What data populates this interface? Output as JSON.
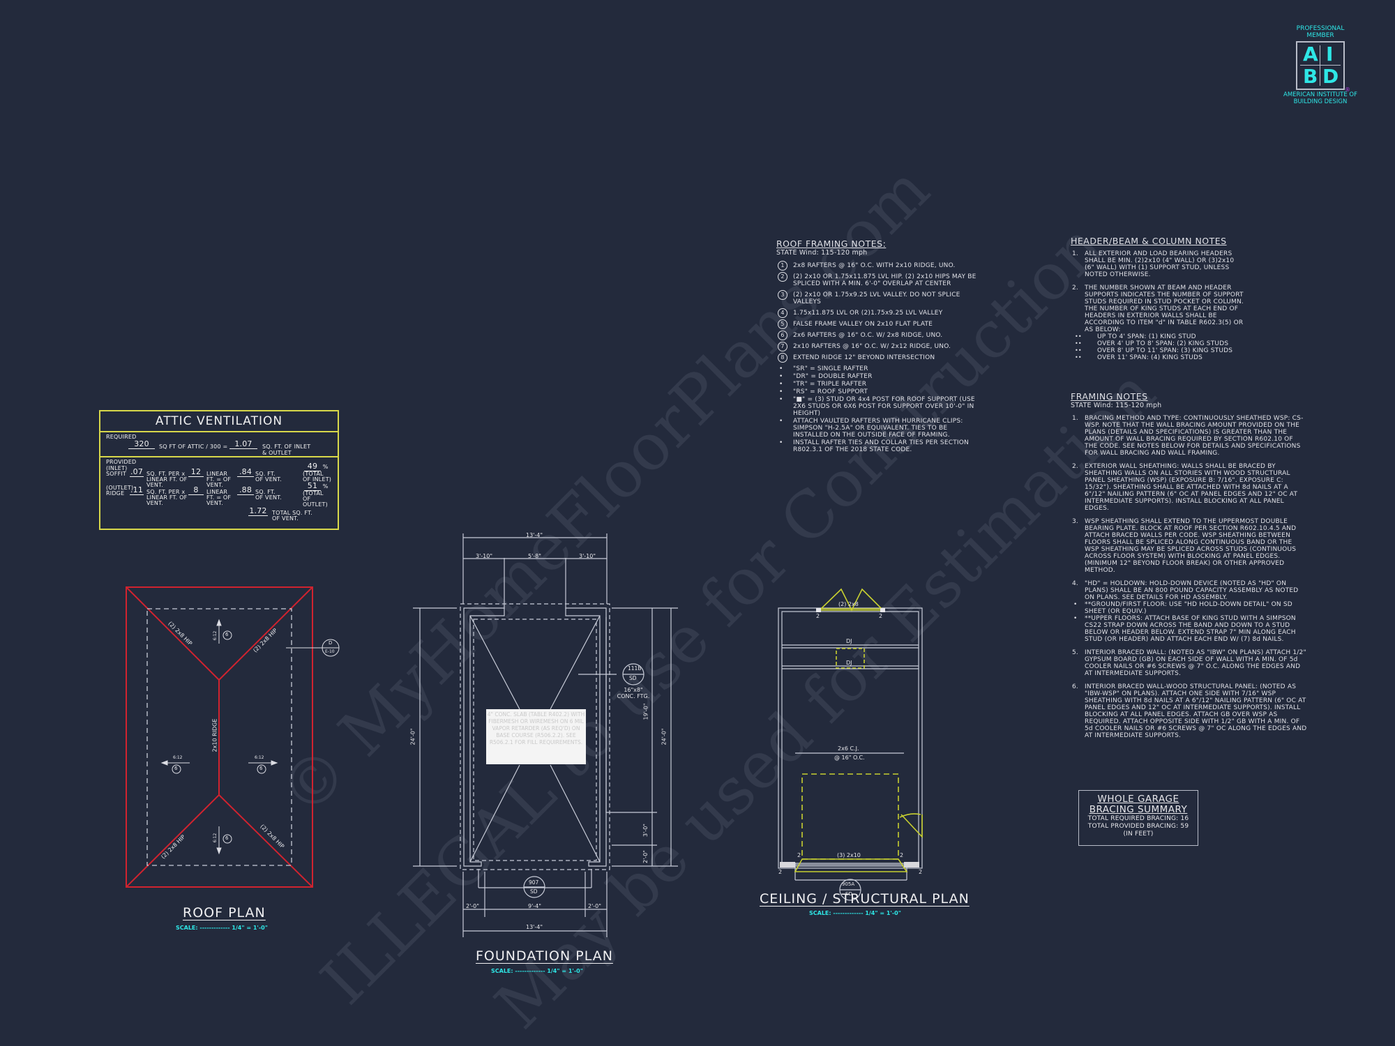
{
  "logo": {
    "top_text": "PROFESSIONAL MEMBER",
    "letters": [
      "A",
      "I",
      "B",
      "D"
    ],
    "bottom_text": "AMERICAN INSTITUTE OF BUILDING DESIGN",
    "registered": "®",
    "color": "#2ee6e6"
  },
  "watermark": {
    "line1": "© MyHomeFloorPlans.com",
    "line2": "ILLEGAL to use for Construction",
    "line3": "May be used for Estimation"
  },
  "attic_ventilation": {
    "title": "ATTIC VENTILATION",
    "required": {
      "label": "REQUIRED",
      "attic_sqft": "320",
      "formula_text": "SQ FT OF ATTIC / 300 =",
      "result": "1.07",
      "result_unit": "SQ. FT. OF INLET & OUTLET"
    },
    "provided": {
      "label": "PROVIDED",
      "inlet": {
        "label": "(INLET) SOFFIT",
        "sqft_per_lf": ".07",
        "per_text": "SQ. FT. PER x LINEAR FT. OF VENT.",
        "linear_ft": "12",
        "lf_text": "LINEAR FT. = OF VENT.",
        "sqft": ".84",
        "sqft_text": "SQ. FT. OF VENT.",
        "percent": "49",
        "percent_text": "(TOTAL OF INLET)"
      },
      "outlet": {
        "label": "(OUTLET) RIDGE",
        "sqft_per_lf": ".11",
        "per_text": "SQ. FT. PER x LINEAR FT. OF VENT.",
        "linear_ft": "8",
        "lf_text": "LINEAR FT. = OF VENT.",
        "sqft": ".88",
        "sqft_text": "SQ. FT. OF VENT.",
        "percent": "51",
        "percent_text": "(TOTAL OF OUTLET)"
      },
      "total": "1.72",
      "total_text": "TOTAL SQ. FT. OF VENT."
    }
  },
  "roof_plan": {
    "title": "ROOF PLAN",
    "scale": "SCALE: ------------- 1/4\" = 1'-0\"",
    "labels": {
      "hip": "(2) 2x8 HIP",
      "ridge": "2x10 RIDGE",
      "pitch": "6:12",
      "rafter_ref": "6",
      "section_ref_top": "D",
      "section_ref_bottom": "E-10"
    }
  },
  "foundation_plan": {
    "title": "FOUNDATION PLAN",
    "scale": "SCALE: ------------- 1/4\" = 1'-0\"",
    "dims": {
      "top_total": "13'-4\"",
      "top_left": "3'-10\"",
      "top_mid": "5'-8\"",
      "top_right": "3'-10\"",
      "left_height": "24'-0\"",
      "right_height": "24'-0\"",
      "right_upper": "19'-0\"",
      "right_mid": "3'-0\"",
      "right_low": "2'-0\"",
      "bot_left": "2'-0\"",
      "bot_mid": "9'-4\"",
      "bot_right": "2'-0\"",
      "bot_total": "13'-4\""
    },
    "callouts": {
      "footing_top": "111B",
      "footing_bottom": "SD",
      "footing_text": "16\"x8\" CONC. FTG.",
      "apron_top": "907",
      "apron_bottom": "SD"
    },
    "slab_note": "4\" CONC. SLAB (TABLE R402.2) WITH FIBERMESH OR WIREMESH ON 6 MIL VAPOR RETARDER (AS REQ'D) ON BASE COURSE (R506.2.2). SEE R506.2.1 FOR FILL REQUIREMENTS."
  },
  "ceiling_plan": {
    "title": "CEILING / STRUCTURAL PLAN",
    "scale": "SCALE: ------------- 1/4\" = 1'-0\"",
    "labels": {
      "top_header": "(2) 2x8",
      "dj": "DJ",
      "cj": "2x6 C.J.",
      "cj_spacing": "@ 16\" O.C.",
      "bottom_header": "(3) 2x10",
      "stud_count": "2",
      "ref_top": "905A",
      "ref_bottom": "SD"
    }
  },
  "roof_framing_notes": {
    "title": "ROOF FRAMING NOTES:",
    "subtitle": "STATE Wind: 115-120 mph",
    "items": [
      {
        "num": "1",
        "text": "2x8 RAFTERS @ 16\" O.C. WITH 2x10 RIDGE, UNO."
      },
      {
        "num": "2",
        "text": "(2) 2x10 OR 1.75x11.875 LVL HIP. (2) 2x10 HIPS MAY BE SPLICED WITH A MIN. 6'-0\" OVERLAP AT CENTER"
      },
      {
        "num": "3",
        "text": "(2) 2x10 OR 1.75x9.25 LVL VALLEY. DO NOT SPLICE VALLEYS"
      },
      {
        "num": "4",
        "text": "1.75x11.875 LVL OR (2)1.75x9.25 LVL VALLEY"
      },
      {
        "num": "5",
        "text": "FALSE FRAME VALLEY ON 2x10 FLAT PLATE"
      },
      {
        "num": "6",
        "text": "2x6 RAFTERS @ 16\" O.C. W/ 2x8 RIDGE, UNO."
      },
      {
        "num": "7",
        "text": "2x10 RAFTERS @ 16\" O.C. W/ 2x12 RIDGE, UNO."
      },
      {
        "num": "8",
        "text": "EXTEND RIDGE 12\" BEYOND INTERSECTION"
      }
    ],
    "bullets": [
      "\"SR\" = SINGLE RAFTER",
      "\"DR\" = DOUBLE RAFTER",
      "\"TR\" = TRIPLE RAFTER",
      "\"RS\" = ROOF SUPPORT",
      "\"■\" = (3) STUD OR 4x4 POST FOR ROOF SUPPORT (USE 2X6 STUDS OR 6X6 POST FOR SUPPORT OVER 10'-0\" IN HEIGHT)",
      "ATTACH VAULTED RAFTERS WITH HURRICANE CLIPS: SIMPSON \"H-2.5A\" OR EQUIVALENT. TIES TO BE INSTALLED ON THE OUTSIDE FACE OF FRAMING.",
      "INSTALL RAFTER TIES AND COLLAR TIES PER SECTION R802.3.1 OF THE 2018 STATE CODE."
    ]
  },
  "header_notes": {
    "title": "HEADER/BEAM & COLUMN NOTES",
    "items": [
      {
        "num": "1.",
        "text": "ALL EXTERIOR AND LOAD BEARING HEADERS SHALL BE MIN. (2)2x10 (4\" WALL) OR (3)2x10 (6\" WALL) WITH (1) SUPPORT STUD, UNLESS NOTED OTHERWISE."
      },
      {
        "num": "2.",
        "text": "THE NUMBER SHOWN AT BEAM AND HEADER SUPPORTS INDICATES THE NUMBER OF SUPPORT STUDS REQUIRED IN STUD POCKET OR COLUMN. THE NUMBER OF KING STUDS AT EACH END OF HEADERS IN EXTERIOR WALLS SHALL BE ACCORDING TO ITEM \"d\" IN TABLE R602.3(5) OR AS BELOW:"
      }
    ],
    "spans": [
      "UP TO 4' SPAN: (1) KING STUD",
      "OVER 4' UP TO 8' SPAN: (2) KING STUDS",
      "OVER 8' UP TO 11' SPAN: (3) KING STUDS",
      "OVER 11' SPAN: (4) KING STUDS"
    ]
  },
  "framing_notes": {
    "title": "FRAMING NOTES",
    "subtitle": "STATE Wind: 115-120 mph",
    "items": [
      {
        "num": "1.",
        "text": "BRACING METHOD AND TYPE: CONTINUOUSLY SHEATHED WSP: CS-WSP. NOTE THAT THE WALL BRACING AMOUNT PROVIDED ON THE PLANS (DETAILS AND SPECIFICATIONS) IS GREATER THAN THE AMOUNT OF WALL BRACING REQUIRED BY SECTION R602.10 OF THE CODE. SEE NOTES BELOW FOR DETAILS AND SPECIFICATIONS FOR WALL BRACING AND WALL FRAMING."
      },
      {
        "num": "2.",
        "text": "EXTERIOR WALL SHEATHING: WALLS SHALL BE BRACED BY SHEATHING WALLS ON ALL STORIES WITH WOOD STRUCTURAL PANEL SHEATHING (WSP) (EXPOSURE B: 7/16\". EXPOSURE C: 15/32\"). SHEATHING SHALL BE ATTACHED WITH 8d NAILS AT A 6\"/12\" NAILING PATTERN (6\" OC AT PANEL EDGES AND 12\" OC AT INTERMEDIATE SUPPORTS). INSTALL BLOCKING AT ALL PANEL EDGES."
      },
      {
        "num": "3.",
        "text": "WSP SHEATHING SHALL EXTEND TO THE UPPERMOST DOUBLE BEARING PLATE. BLOCK AT ROOF PER SECTION R602.10.4.5 AND ATTACH BRACED WALLS PER CODE. WSP SHEATHING BETWEEN FLOORS SHALL BE SPLICED ALONG CONTINUOUS BAND OR THE WSP SHEATHING MAY BE SPLICED ACROSS STUDS (CONTINUOUS ACROSS FLOOR SYSTEM) WITH BLOCKING AT PANEL EDGES. (MINIMUM 12\" BEYOND FLOOR BREAK) OR OTHER APPROVED METHOD."
      },
      {
        "num": "4.",
        "text": "\"HD\" = HOLDOWN: HOLD-DOWN DEVICE (NOTED AS \"HD\" ON PLANS) SHALL BE AN 800 POUND CAPACITY ASSEMBLY AS NOTED ON PLANS. SEE DETAILS FOR HD ASSEMBLY."
      }
    ],
    "hd_bullets": [
      "**GROUND/FIRST FLOOR: USE \"HD HOLD-DOWN DETAIL\" ON SD SHEET (OR EQUIV.)",
      "**UPPER FLOORS: ATTACH BASE OF KING STUD WITH A SIMPSON CS22 STRAP DOWN ACROSS THE BAND AND DOWN TO A STUD BELOW OR HEADER BELOW. EXTEND STRAP 7\" MIN ALONG EACH STUD (OR HEADER) AND ATTACH EACH END W/ (7) 8d NAILS."
    ],
    "items2": [
      {
        "num": "5.",
        "text": "INTERIOR BRACED WALL: (NOTED AS \"IBW\" ON PLANS) ATTACH 1/2\" GYPSUM BOARD (GB) ON EACH SIDE OF WALL WITH A MIN. OF 5d COOLER NAILS OR #6 SCREWS @ 7\" O.C. ALONG THE EDGES AND AT INTERMEDIATE SUPPORTS."
      },
      {
        "num": "6.",
        "text": "INTERIOR BRACED WALL-WOOD STRUCTURAL PANEL: (NOTED AS \"IBW-WSP\" ON PLANS). ATTACH ONE SIDE WITH 7/16\" WSP SHEATHING WITH 8d NAILS AT A 6\"/12\" NAILING PATTERN (6\" OC AT PANEL EDGES AND 12\" OC AT INTERMEDIATE SUPPORTS). INSTALL BLOCKING AT ALL PANEL EDGES. ATTACH GB OVER WSP AS REQUIRED. ATTACH OPPOSITE SIDE WITH 1/2\" GB WITH A MIN. OF 5d COOLER NAILS OR #6 SCREWS @ 7\" OC ALONG THE EDGES AND AT INTERMEDIATE SUPPORTS."
      }
    ]
  },
  "bracing_summary": {
    "title_line1": "WHOLE GARAGE",
    "title_line2": "BRACING SUMMARY",
    "required": "TOTAL REQUIRED BRACING: 16",
    "provided": "TOTAL PROVIDED BRACING: 59",
    "units": "(IN FEET)"
  },
  "colors": {
    "background": "#232a3c",
    "roof_lines": "#d0232f",
    "attic_border": "#d8d84a",
    "ceiling_yellow": "#c8d030",
    "scale_cyan": "#2ee6e6",
    "linework": "#c8ccd8"
  }
}
